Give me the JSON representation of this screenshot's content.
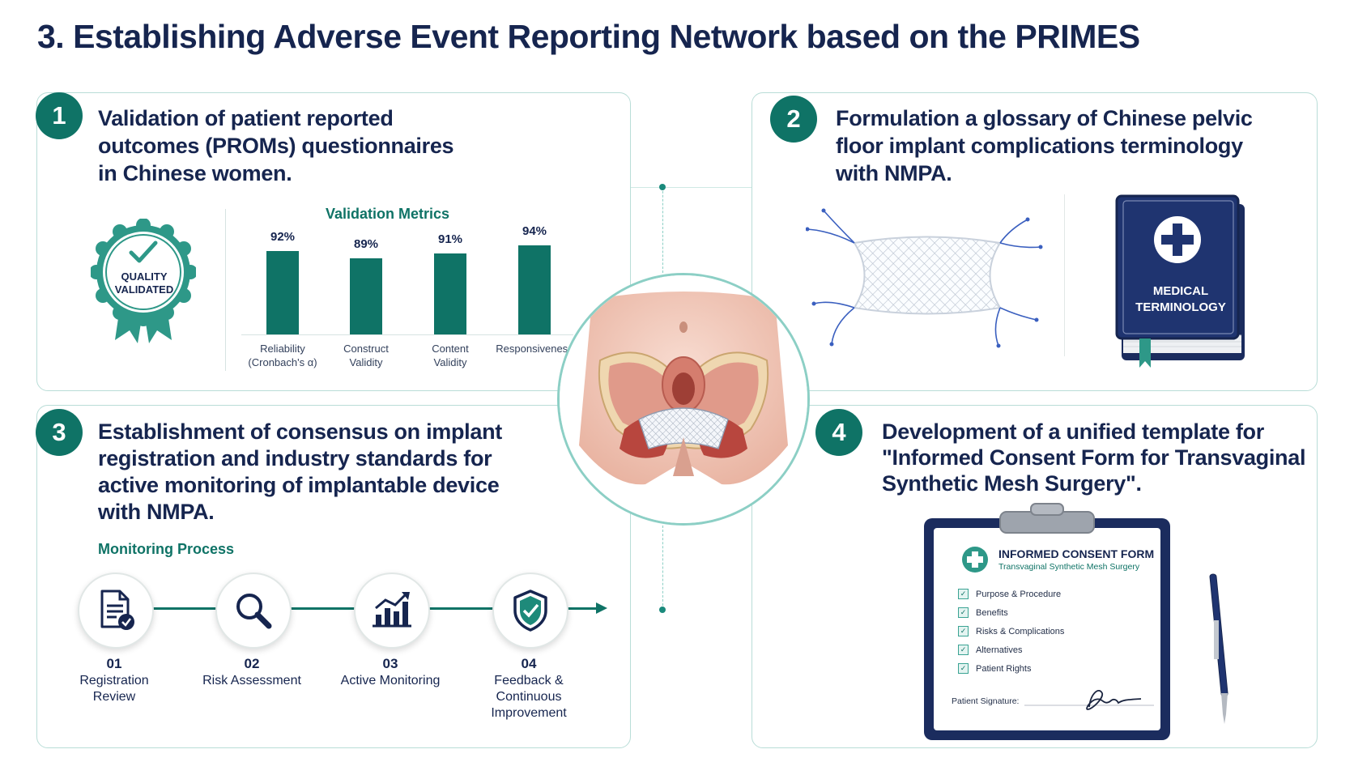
{
  "title": "3. Establishing Adverse Event Reporting Network based on the PRIMES",
  "panels": [
    {
      "number": "1",
      "title_lines": [
        "Validation of patient reported",
        "outcomes (PROMs) questionnaires",
        "in Chinese women."
      ]
    },
    {
      "number": "2",
      "title_lines": [
        "Formulation a glossary of Chinese pelvic",
        "floor implant complications terminology",
        "with NMPA."
      ]
    },
    {
      "number": "3",
      "title_lines": [
        "Establishment of consensus on implant",
        "registration and industry standards for",
        "active monitoring of implantable device",
        "with NMPA."
      ]
    },
    {
      "number": "4",
      "title_lines": [
        "Development of a unified template for",
        "\"Informed Consent Form for Transvaginal",
        "Synthetic Mesh Surgery\"."
      ]
    }
  ],
  "seal": {
    "line1": "QUALITY",
    "line2": "VALIDATED",
    "icon": "checkmark-icon"
  },
  "chart_data": {
    "type": "bar",
    "title": "Validation Metrics",
    "categories": [
      {
        "line1": "Reliability",
        "line2": "(Cronbach's α)"
      },
      {
        "line1": "Construct",
        "line2": "Validity"
      },
      {
        "line1": "Content",
        "line2": "Validity"
      },
      {
        "line1": "Responsiveness",
        "line2": ""
      }
    ],
    "values": [
      92,
      89,
      91,
      94
    ],
    "value_labels": [
      "92%",
      "89%",
      "91%",
      "94%"
    ],
    "unit": "%",
    "color": "#0f7366"
  },
  "book": {
    "line1": "MEDICAL",
    "line2": "TERMINOLOGY",
    "icon": "plus-cross-icon"
  },
  "process": {
    "title": "Monitoring Process",
    "steps": [
      {
        "num": "01",
        "label_lines": [
          "Registration",
          "Review"
        ],
        "icon": "document-check-icon"
      },
      {
        "num": "02",
        "label_lines": [
          "Risk Assessment"
        ],
        "icon": "magnifier-icon"
      },
      {
        "num": "03",
        "label_lines": [
          "Active Monitoring"
        ],
        "icon": "bar-chart-icon"
      },
      {
        "num": "04",
        "label_lines": [
          "Feedback &",
          "Continuous",
          "Improvement"
        ],
        "icon": "shield-check-icon"
      }
    ]
  },
  "consent_form": {
    "title": "INFORMED CONSENT FORM",
    "subtitle": "Transvaginal Synthetic Mesh Surgery",
    "items": [
      "Purpose & Procedure",
      "Benefits",
      "Risks & Complications",
      "Alternatives",
      "Patient Rights"
    ],
    "signature_label": "Patient Signature:"
  },
  "colors": {
    "navy": "#16254f",
    "teal": "#0f7366",
    "border": "#b9ddd7"
  }
}
